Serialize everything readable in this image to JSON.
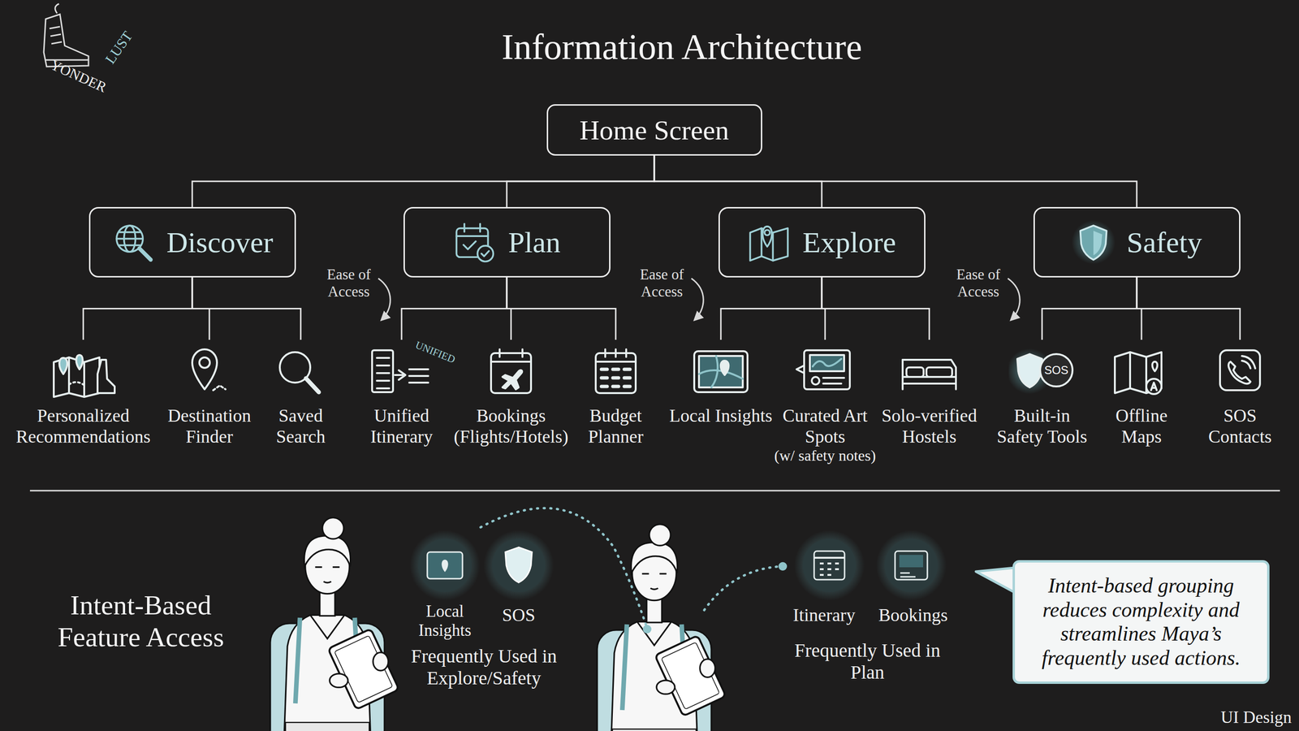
{
  "diagram": {
    "title": "Information Architecture",
    "nodes": [
      {
        "text": [
          "Home Screen"
        ]
      },
      {
        "text": [
          "Discover"
        ]
      },
      {
        "text": [
          "Plan"
        ]
      },
      {
        "text": [
          "Explore"
        ]
      },
      {
        "text": [
          "Safety"
        ]
      },
      {
        "text": [
          "Personalized Recommendations"
        ]
      },
      {
        "text": [
          "Destination Finder"
        ]
      },
      {
        "text": [
          "Saved Search"
        ]
      },
      {
        "text": [
          "Unified Itinerary"
        ]
      },
      {
        "text": [
          "Bookings (Flights/Hotels)"
        ]
      },
      {
        "text": [
          "Budget Planner"
        ]
      },
      {
        "text": [
          "Local Insights"
        ]
      },
      {
        "text": [
          "Curated Art Spots",
          "(w/ safety notes)"
        ]
      },
      {
        "text": [
          "Solo-verified Hostels"
        ]
      },
      {
        "text": [
          "Built-in Safety Tools"
        ]
      },
      {
        "text": [
          "Offline Maps"
        ]
      },
      {
        "text": [
          "SOS Contacts"
        ]
      },
      {
        "text": [
          "Intent-based grouping reduces complexity and streamlines Maya’s frequently used actions."
        ]
      }
    ],
    "edges": [
      {
        "from": 0,
        "to": 1,
        "arrow": "none"
      },
      {
        "from": 0,
        "to": 2,
        "arrow": "none"
      },
      {
        "from": 0,
        "to": 3,
        "arrow": "none"
      },
      {
        "from": 0,
        "to": 4,
        "arrow": "none"
      },
      {
        "from": 1,
        "to": 5,
        "arrow": "none"
      },
      {
        "from": 1,
        "to": 6,
        "arrow": "none"
      },
      {
        "from": 1,
        "to": 7,
        "arrow": "none"
      },
      {
        "from": 2,
        "to": 8,
        "arrow": "none"
      },
      {
        "from": 2,
        "to": 9,
        "arrow": "none"
      },
      {
        "from": 2,
        "to": 10,
        "arrow": "none"
      },
      {
        "from": 3,
        "to": 11,
        "arrow": "none"
      },
      {
        "from": 3,
        "to": 12,
        "arrow": "none"
      },
      {
        "from": 3,
        "to": 13,
        "arrow": "none"
      },
      {
        "from": 4,
        "to": 14,
        "arrow": "none"
      },
      {
        "from": 4,
        "to": 15,
        "arrow": "none"
      },
      {
        "from": 4,
        "to": 16,
        "arrow": "none"
      }
    ],
    "labels": [
      "YONDER",
      "LUST",
      "UNIFIED",
      "SOS",
      "Ease of Access",
      "Ease of Access",
      "Ease of Access",
      "Intent-Based Feature Access",
      "Local Insights",
      "SOS",
      "Frequently Used in Explore/Safety",
      "Itinerary",
      "Bookings",
      "Frequently Used in Plan",
      "UI Design"
    ]
  }
}
